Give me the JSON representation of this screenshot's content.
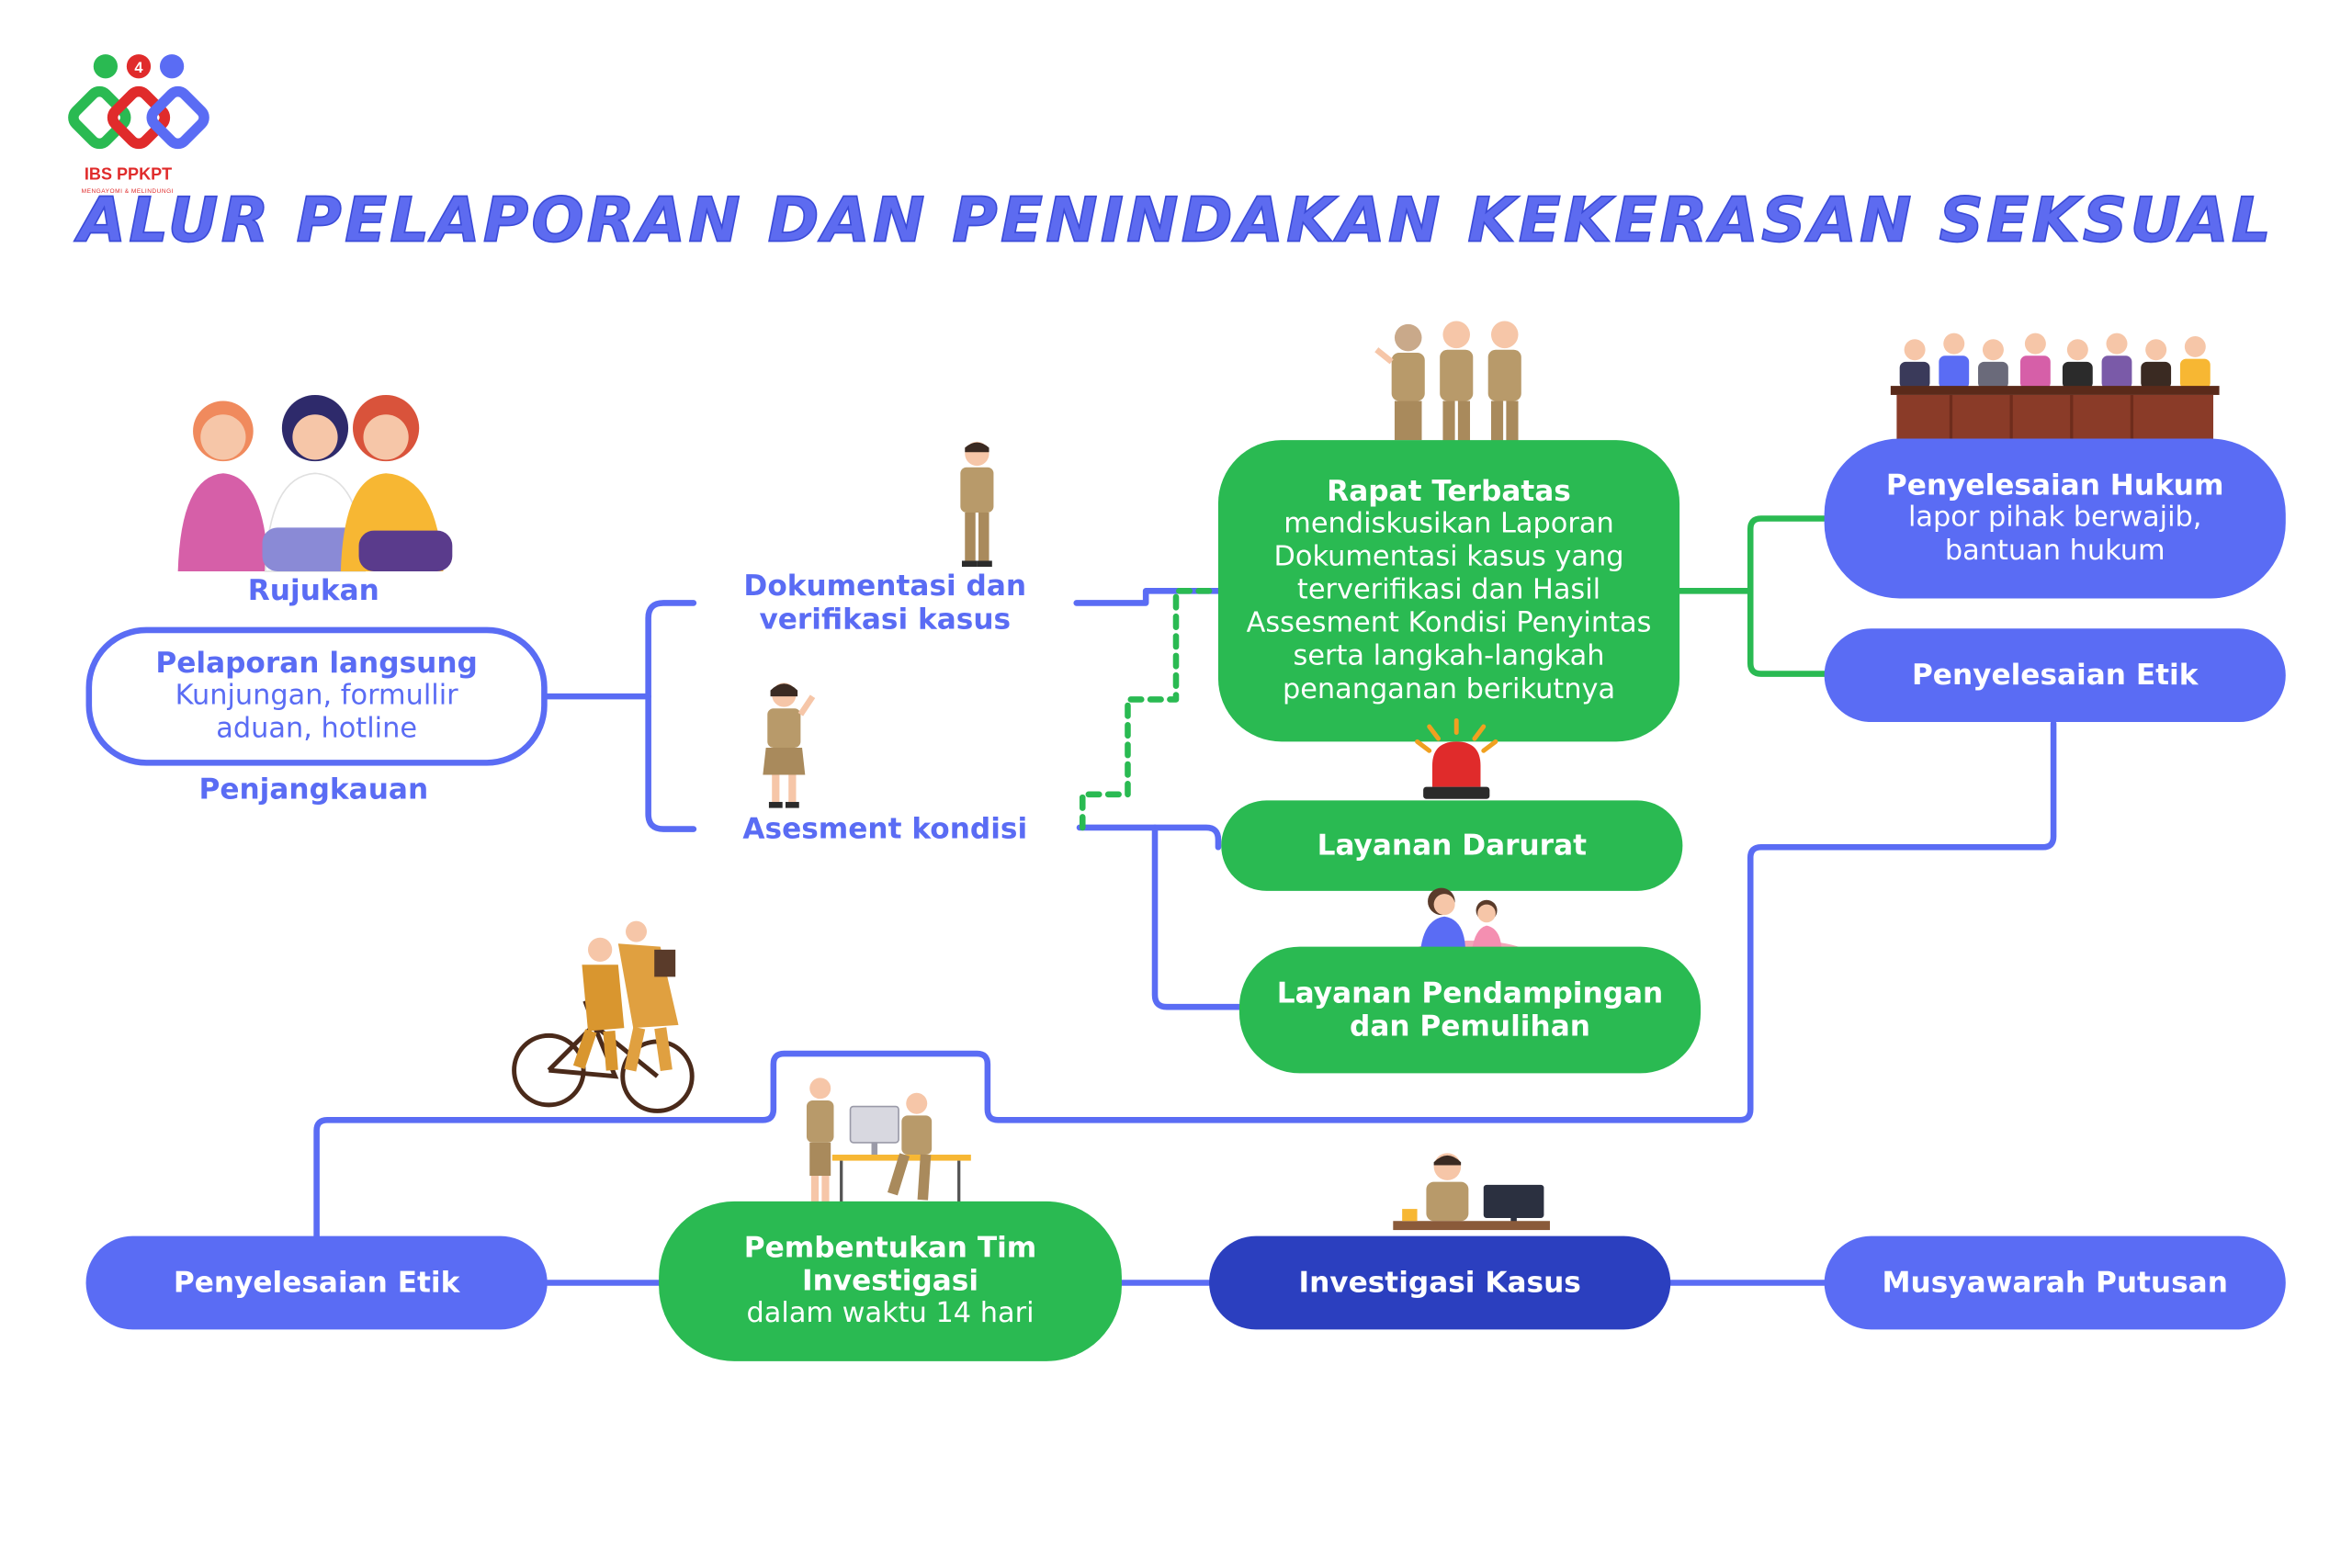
{
  "logo": {
    "name": "IBS PPKPT",
    "tagline": "MENGAYOMI & MELINDUNGI",
    "badge": "4",
    "colors": [
      "#2aba52",
      "#e02b2b",
      "#5a6cf4"
    ]
  },
  "title": "ALUR PELAPORAN DAN PENINDAKAN KEKERASAN SEKSUAL",
  "intake": {
    "top_label": "Rujukan",
    "main_title": "Pelaporan langsung",
    "main_sub_1": "Kunjungan, formullir",
    "main_sub_2": "aduan, hotline",
    "bottom_label": "Penjangkauan"
  },
  "branches": {
    "doc_line_1": "Dokumentasi dan",
    "doc_line_2": "verifikasi kasus",
    "assessment": "Asesment kondisi"
  },
  "meeting": {
    "title": "Rapat Terbatas",
    "lines": [
      "mendiskusikan Laporan",
      "Dokumentasi kasus yang",
      "terverifikasi dan Hasil",
      "Assesment Kondisi Penyintas",
      "serta langkah-langkah",
      "penanganan berikutnya"
    ]
  },
  "services": {
    "emergency": "Layanan Darurat",
    "assistance_1": "Layanan Pendampingan",
    "assistance_2": "dan Pemulihan"
  },
  "resolution": {
    "legal_title": "Penyelesaian Hukum",
    "legal_sub_1": "lapor pihak berwajib,",
    "legal_sub_2": "bantuan hukum",
    "ethics": "Penyelesaian Etik"
  },
  "bottom_flow": {
    "ethics": "Penyelesaian Etik",
    "team_title_1": "Pembentukan Tim",
    "team_title_2": "Investigasi",
    "team_sub": "dalam waktu 14 hari",
    "investigation": "Investigasi Kasus",
    "decision": "Musyawarah Putusan"
  },
  "colors": {
    "green": "#2aba52",
    "blue": "#5a6cf4",
    "navy": "#2b3fbf",
    "red": "#e02b2b",
    "uniform": "#b89a6a"
  }
}
